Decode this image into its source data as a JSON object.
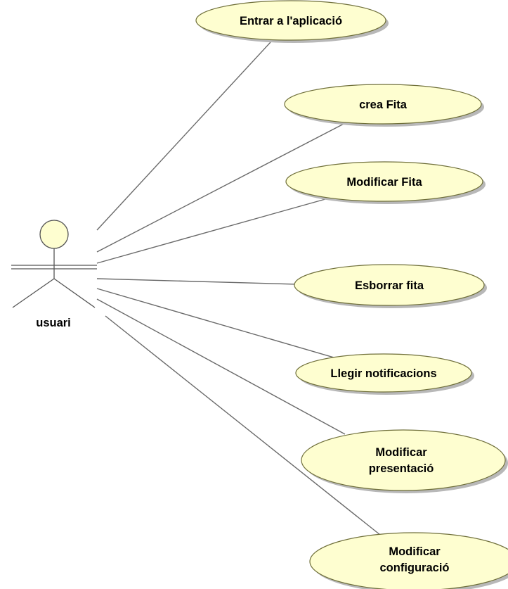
{
  "actor": {
    "name": "usuari"
  },
  "use_cases": [
    {
      "lines": [
        "Entrar a l'aplicació"
      ]
    },
    {
      "lines": [
        "crea Fita"
      ]
    },
    {
      "lines": [
        "Modificar Fita"
      ]
    },
    {
      "lines": [
        "Esborrar fita"
      ]
    },
    {
      "lines": [
        "Llegir notificacions"
      ]
    },
    {
      "lines": [
        "Modificar",
        "presentació"
      ]
    },
    {
      "lines": [
        "Modificar",
        "configuració"
      ]
    }
  ],
  "colors": {
    "use_case_fill": "#fefed0",
    "use_case_border": "#6f6f3a",
    "association_line": "#6a6a6a",
    "background": "#ffffff"
  }
}
